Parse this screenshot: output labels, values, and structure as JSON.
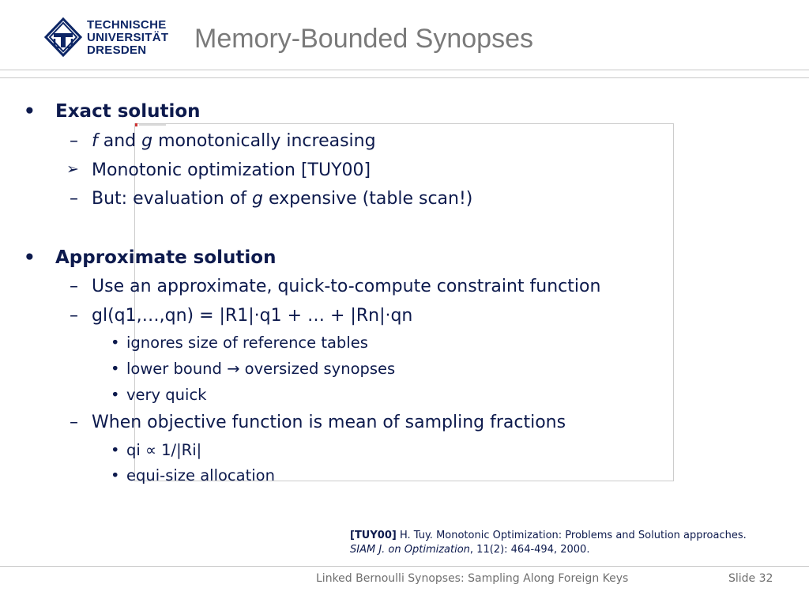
{
  "header": {
    "logo_lines": [
      "TECHNISCHE",
      "UNIVERSITÄT",
      "DRESDEN"
    ],
    "title": "Memory-Bounded Synopses"
  },
  "content": {
    "sections": [
      {
        "heading": "Exact solution",
        "items": [
          {
            "marker": "–",
            "text_parts": [
              "f",
              " and ",
              "g",
              " monotonically increasing"
            ]
          },
          {
            "marker": "➢",
            "text": "Monotonic optimization [TUY00]"
          },
          {
            "marker": "–",
            "text_parts": [
              "But: evaluation of ",
              "g",
              " expensive (table scan!)"
            ]
          }
        ]
      },
      {
        "heading": "Approximate solution",
        "items": [
          {
            "marker": "–",
            "text": "Use an approximate, quick-to-compute constraint function"
          },
          {
            "marker": "–",
            "formula": "gl(q1,…,qn) = |R1|·q1 + … + |Rn|·qn",
            "subitems": [
              "ignores size of reference tables",
              "lower bound → oversized synopses",
              "very quick"
            ]
          },
          {
            "marker": "–",
            "text": "When objective function is mean of sampling fractions",
            "subitems": [
              "qi ∝ 1/|Ri|",
              "equi-size allocation"
            ]
          }
        ]
      }
    ]
  },
  "reference": {
    "tag": "[TUY00]",
    "line1": " H. Tuy. Monotonic Optimization: Problems and Solution approaches.",
    "journal": "SIAM J. on Optimization",
    "line2_rest": ", 11(2): 464-494, 2000."
  },
  "footer": {
    "title": "Linked Bernoulli Synopses: Sampling Along Foreign Keys",
    "slide": "Slide 32"
  },
  "colors": {
    "text": "#0d1a4d",
    "title": "#7a7a7a",
    "logo": "#0d2666",
    "rule": "#c8c8c8"
  }
}
